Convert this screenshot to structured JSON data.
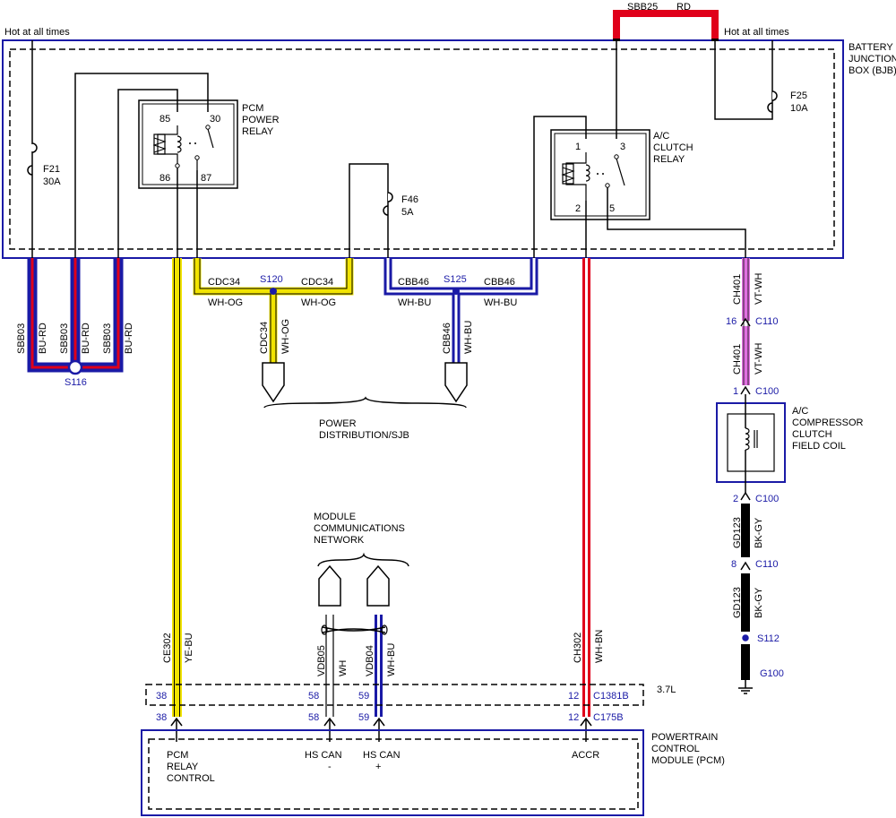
{
  "notes": {
    "hot_left": "Hot at all times",
    "hot_right": "Hot at all times"
  },
  "bjb": {
    "label": [
      "BATTERY",
      "JUNCTION",
      "BOX (BJB)"
    ]
  },
  "sbb25": {
    "circuit": "SBB25",
    "color": "RD"
  },
  "fuses": {
    "f21": [
      "F21",
      "30A"
    ],
    "f25": [
      "F25",
      "10A"
    ],
    "f46": [
      "F46",
      "5A"
    ]
  },
  "pcm_relay": {
    "label": [
      "PCM",
      "POWER",
      "RELAY"
    ],
    "pins": {
      "p85": "85",
      "p30": "30",
      "p86": "86",
      "p87": "87"
    }
  },
  "ac_relay": {
    "label": [
      "A/C",
      "CLUTCH",
      "RELAY"
    ],
    "pins": {
      "p1": "1",
      "p3": "3",
      "p2": "2",
      "p5": "5"
    }
  },
  "sbb03_wires": [
    {
      "circuit": "SBB03",
      "color": "BU-RD"
    },
    {
      "circuit": "SBB03",
      "color": "BU-RD"
    },
    {
      "circuit": "SBB03",
      "color": "BU-RD"
    }
  ],
  "splices": {
    "s116": "S116",
    "s120": "S120",
    "s125": "S125",
    "s112": "S112"
  },
  "cdc34": {
    "circuit": "CDC34",
    "color": "WH-OG"
  },
  "cbb46": {
    "circuit": "CBB46",
    "color": "WH-BU"
  },
  "power_dist": [
    "POWER",
    "DISTRIBUTION/SJB"
  ],
  "module_network": [
    "MODULE",
    "COMMUNICATIONS",
    "NETWORK"
  ],
  "ce302": {
    "circuit": "CE302",
    "color": "YE-BU"
  },
  "vdb05": {
    "circuit": "VDB05",
    "color": "WH"
  },
  "vdb04": {
    "circuit": "VDB04",
    "color": "WH-BU"
  },
  "ch302": {
    "circuit": "CH302",
    "color": "WH-BN"
  },
  "ch401": {
    "circuit": "CH401",
    "color": "VT-WH"
  },
  "gd123": {
    "circuit": "GD123",
    "color": "BK-GY"
  },
  "connectors": {
    "c110_16": {
      "pin": "16",
      "name": "C110"
    },
    "c100_1": {
      "pin": "1",
      "name": "C100"
    },
    "c100_2": {
      "pin": "2",
      "name": "C100"
    },
    "c110_8": {
      "pin": "8",
      "name": "C110"
    },
    "g100": "G100",
    "c1381b": {
      "pins": [
        "38",
        "58",
        "59",
        "12"
      ],
      "name": "C1381B"
    },
    "c175b": {
      "pins": [
        "38",
        "58",
        "59",
        "12"
      ],
      "name": "C175B"
    },
    "engine": "3.7L"
  },
  "compressor": [
    "A/C",
    "COMPRESSOR",
    "CLUTCH",
    "FIELD COIL"
  ],
  "pcm": {
    "label": [
      "POWERTRAIN",
      "CONTROL",
      "MODULE (PCM)"
    ],
    "pin_relay": [
      "PCM",
      "RELAY",
      "CONTROL"
    ],
    "pin_hscan_minus": [
      "HS CAN",
      "-"
    ],
    "pin_hscan_plus": [
      "HS CAN",
      "+"
    ],
    "pin_accr": "ACCR"
  },
  "colors": {
    "blue": "#1a1aa6",
    "red": "#e0001a",
    "yellow": "#f2e400",
    "violet": "#e070e0",
    "black": "#000000"
  }
}
